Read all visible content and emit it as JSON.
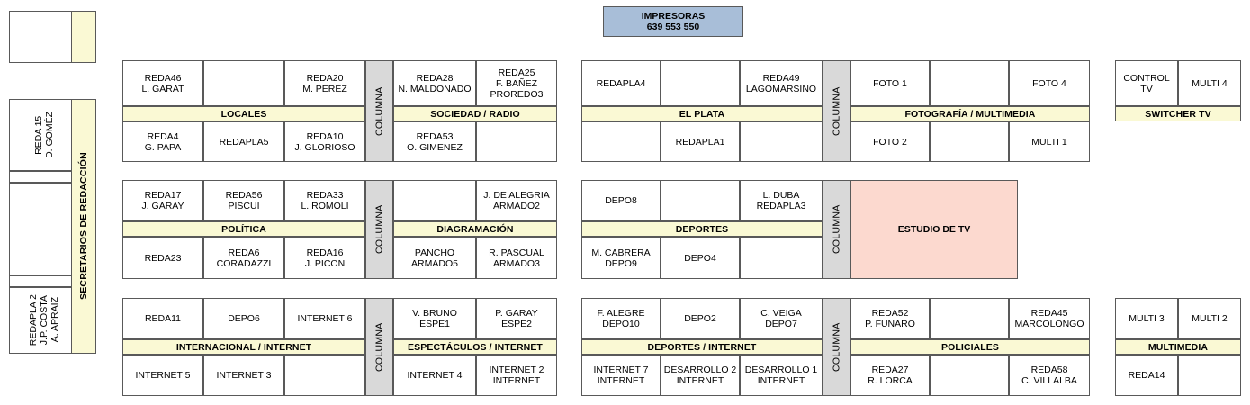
{
  "printers": {
    "title": "IMPRESORAS",
    "numbers": "639  553  550",
    "color": "#a8bed8"
  },
  "colors": {
    "band": "#faf9d4",
    "columna": "#d9d9d9",
    "studio": "#fcd9cf",
    "border": "#595959",
    "printers": "#a8bed8"
  },
  "sidebar": {
    "label": "SECRETARIOS DE REDACCIÓN",
    "top_empty_box": "",
    "cells": [
      {
        "text": "REDA 15\nD. GOMÉZ"
      },
      {
        "text": ""
      },
      {
        "text": ""
      },
      {
        "text": ""
      },
      {
        "text": "REDAPLA 2\nJ.P. COSTA\nA. APRAIZ"
      }
    ]
  },
  "columna_label": "COLUMNA",
  "blocks": [
    {
      "name": "locales",
      "band": "LOCALES",
      "top": [
        "REDA46\nL. GARAT",
        "",
        "REDA20\nM. PEREZ"
      ],
      "bottom": [
        "REDA4\nG. PAPA",
        "REDAPLA5",
        "REDA10\nJ. GLORIOSO"
      ]
    },
    {
      "name": "sociedad-radio",
      "band": "SOCIEDAD / RADIO",
      "top": [
        "REDA28\nN. MALDONADO",
        "REDA25\nF. BAÑEZ\nPROREDO3"
      ],
      "bottom": [
        "REDA53\nO. GIMENEZ",
        ""
      ]
    },
    {
      "name": "el-plata",
      "band": "EL PLATA",
      "top": [
        "REDAPLA4",
        "",
        "REDA49\nLAGOMARSINO"
      ],
      "bottom": [
        "",
        "REDAPLA1",
        ""
      ]
    },
    {
      "name": "fotografia-multimedia",
      "band": "FOTOGRAFÍA / MULTIMEDIA",
      "top": [
        "FOTO 1",
        "",
        "FOTO 4"
      ],
      "bottom": [
        "FOTO 2",
        "",
        "MULTI 1"
      ]
    },
    {
      "name": "switcher-tv",
      "band": "SWITCHER TV",
      "top": [
        "CONTROL TV",
        "MULTI 4"
      ],
      "bottom": []
    },
    {
      "name": "politica",
      "band": "POLÍTICA",
      "top": [
        "REDA17\nJ. GARAY",
        "REDA56\nPISCUI",
        "REDA33\nL. ROMOLI"
      ],
      "bottom": [
        "REDA23",
        "REDA6\nCORADAZZI",
        "REDA16\nJ. PICON"
      ]
    },
    {
      "name": "diagramacion",
      "band": "DIAGRAMACIÓN",
      "top": [
        "",
        "J. DE ALEGRIA\nARMADO2"
      ],
      "bottom": [
        "PANCHO\nARMADO5",
        "R. PASCUAL\nARMADO3"
      ]
    },
    {
      "name": "deportes",
      "band": "DEPORTES",
      "top": [
        "DEPO8",
        "",
        "L. DUBA\nREDAPLA3"
      ],
      "bottom": [
        "M. CABRERA\nDEPO9",
        "DEPO4",
        ""
      ]
    },
    {
      "name": "estudio-de-tv",
      "band": "ESTUDIO DE TV",
      "top": [],
      "bottom": []
    },
    {
      "name": "internacional-internet",
      "band": "INTERNACIONAL / INTERNET",
      "top": [
        "REDA11",
        "DEPO6",
        "INTERNET 6"
      ],
      "bottom": [
        "INTERNET 5",
        "INTERNET 3",
        ""
      ]
    },
    {
      "name": "espectaculos-internet",
      "band": "ESPECTÁCULOS / INTERNET",
      "top": [
        "V. BRUNO\nESPE1",
        "P. GARAY\nESPE2"
      ],
      "bottom": [
        "INTERNET 4",
        "INTERNET 2\nINTERNET"
      ]
    },
    {
      "name": "deportes-internet",
      "band": "DEPORTES / INTERNET",
      "top": [
        "F. ALEGRE\nDEPO10",
        "DEPO2",
        "C. VEIGA\nDEPO7"
      ],
      "bottom": [
        "INTERNET 7\nINTERNET",
        "DESARROLLO 2\nINTERNET",
        "DESARROLLO 1\nINTERNET"
      ]
    },
    {
      "name": "policiales",
      "band": "POLICIALES",
      "top": [
        "REDA52\nP. FUNARO",
        "",
        "REDA45\nMARCOLONGO"
      ],
      "bottom": [
        "REDA27\nR. LORCA",
        "",
        "REDA58\nC. VILLALBA"
      ]
    },
    {
      "name": "multimedia",
      "band": "MULTIMEDIA",
      "top": [
        "MULTI 3",
        "MULTI 2"
      ],
      "bottom": [
        "REDA14",
        ""
      ]
    }
  ]
}
